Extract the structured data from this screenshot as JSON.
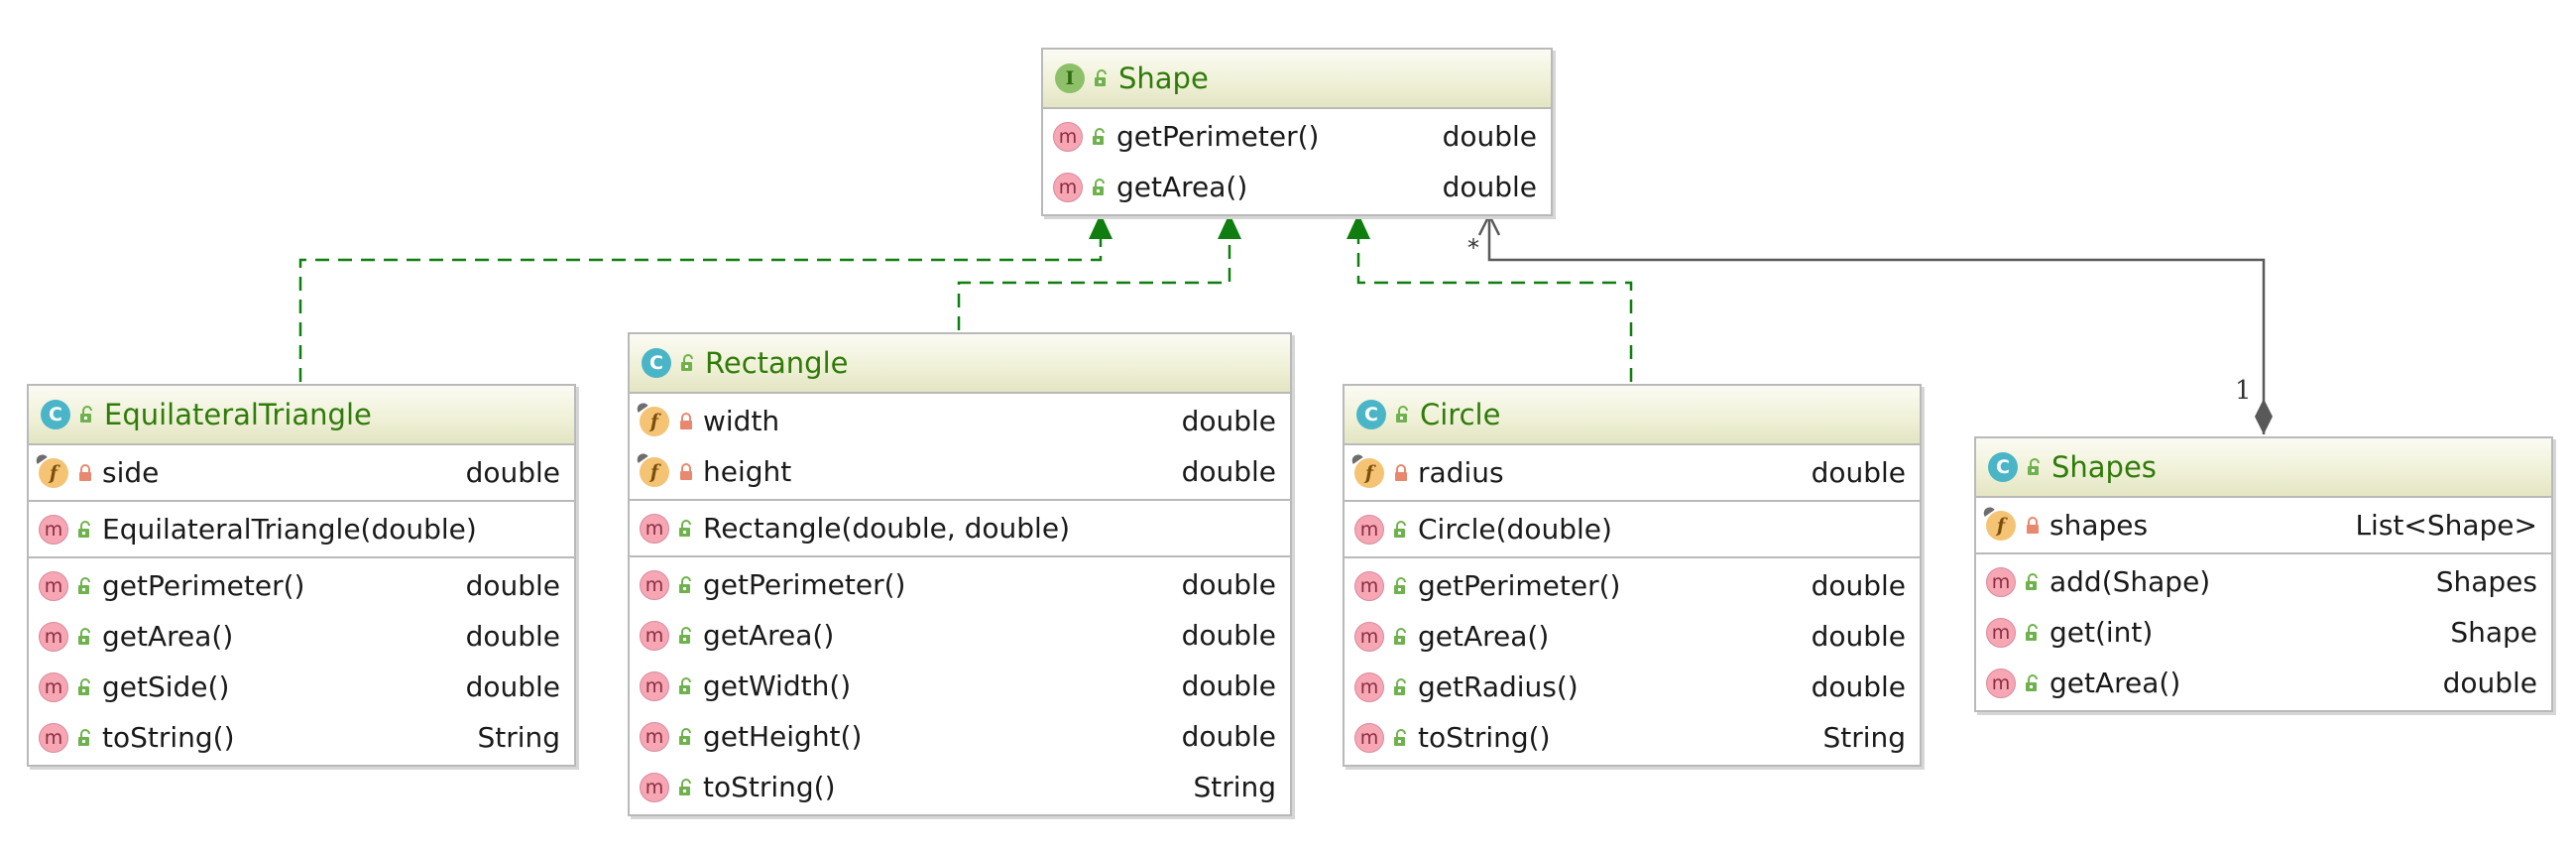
{
  "colors": {
    "class_name": "#2f7b0a",
    "realization_edge": "#0f7d0f",
    "composition_edge": "#595959",
    "border": "#b9b9b9",
    "header": "#eff0d6"
  },
  "classes": {
    "shape": {
      "kind": "interface",
      "badge": "I",
      "name": "Shape",
      "methods": [
        {
          "name": "getPerimeter()",
          "type": "double"
        },
        {
          "name": "getArea()",
          "type": "double"
        }
      ]
    },
    "equilateral_triangle": {
      "kind": "class",
      "badge": "C",
      "name": "EquilateralTriangle",
      "fields": [
        {
          "name": "side",
          "type": "double"
        }
      ],
      "constructors": [
        {
          "name": "EquilateralTriangle(double)",
          "type": ""
        }
      ],
      "methods": [
        {
          "name": "getPerimeter()",
          "type": "double"
        },
        {
          "name": "getArea()",
          "type": "double"
        },
        {
          "name": "getSide()",
          "type": "double"
        },
        {
          "name": "toString()",
          "type": "String"
        }
      ]
    },
    "rectangle": {
      "kind": "class",
      "badge": "C",
      "name": "Rectangle",
      "fields": [
        {
          "name": "width",
          "type": "double"
        },
        {
          "name": "height",
          "type": "double"
        }
      ],
      "constructors": [
        {
          "name": "Rectangle(double, double)",
          "type": ""
        }
      ],
      "methods": [
        {
          "name": "getPerimeter()",
          "type": "double"
        },
        {
          "name": "getArea()",
          "type": "double"
        },
        {
          "name": "getWidth()",
          "type": "double"
        },
        {
          "name": "getHeight()",
          "type": "double"
        },
        {
          "name": "toString()",
          "type": "String"
        }
      ]
    },
    "circle": {
      "kind": "class",
      "badge": "C",
      "name": "Circle",
      "fields": [
        {
          "name": "radius",
          "type": "double"
        }
      ],
      "constructors": [
        {
          "name": "Circle(double)",
          "type": ""
        }
      ],
      "methods": [
        {
          "name": "getPerimeter()",
          "type": "double"
        },
        {
          "name": "getArea()",
          "type": "double"
        },
        {
          "name": "getRadius()",
          "type": "double"
        },
        {
          "name": "toString()",
          "type": "String"
        }
      ]
    },
    "shapes": {
      "kind": "class",
      "badge": "C",
      "name": "Shapes",
      "fields": [
        {
          "name": "shapes",
          "type": "List<Shape>"
        }
      ],
      "methods": [
        {
          "name": "add(Shape)",
          "type": "Shapes"
        },
        {
          "name": "get(int)",
          "type": "Shape"
        },
        {
          "name": "getArea()",
          "type": "double"
        }
      ]
    }
  },
  "relations": {
    "composition": {
      "target_multiplicity": "*",
      "source_multiplicity": "1"
    }
  }
}
